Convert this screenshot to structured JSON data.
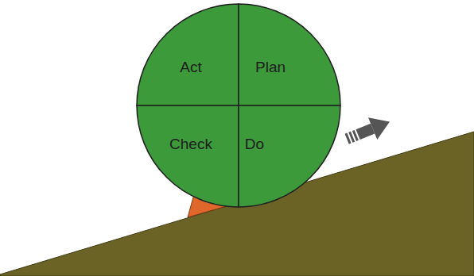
{
  "diagram": {
    "nodes": [
      {
        "text": [
          "Act"
        ]
      },
      {
        "text": [
          "Plan"
        ]
      },
      {
        "text": [
          "Check"
        ]
      },
      {
        "text": [
          "Do"
        ]
      }
    ]
  }
}
